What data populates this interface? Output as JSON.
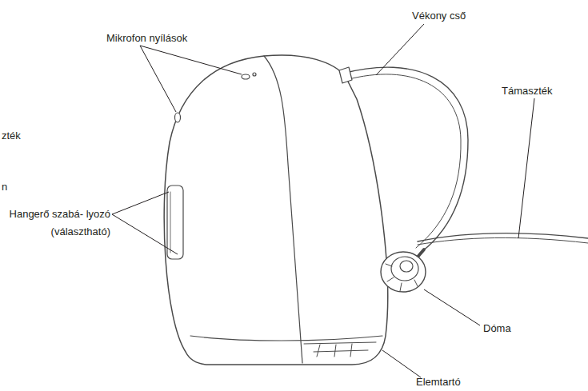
{
  "diagram": {
    "labels": [
      "Mikrofon nyílások",
      "Vékony cső",
      "Támaszték",
      "Hangerő szabá- lyozó (választható)",
      "Dóma",
      "Elemtartó",
      "zték",
      "n"
    ]
  }
}
